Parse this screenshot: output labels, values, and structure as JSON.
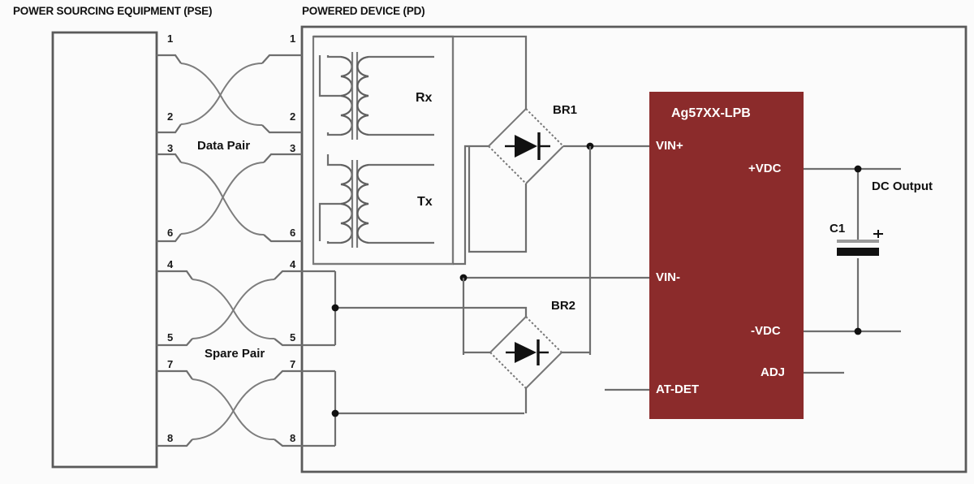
{
  "diagram": {
    "title_pse": "POWER SOURCING EQUIPMENT (PSE)",
    "title_pd": "POWERED DEVICE (PD)",
    "colors": {
      "ic_fill": "#8b2b2b",
      "wire": "#6e6e6e",
      "wire_dark": "#555555",
      "box_border": "#5a5a5a",
      "text": "#111111",
      "ic_text": "#ffffff"
    }
  },
  "pse": {
    "label": "POWER SOURCING EQUIPMENT (PSE)",
    "pins": [
      "1",
      "2",
      "3",
      "6",
      "4",
      "5",
      "7",
      "8"
    ]
  },
  "pd": {
    "label": "POWERED DEVICE (PD)",
    "pins": [
      "1",
      "2",
      "3",
      "6",
      "4",
      "5",
      "7",
      "8"
    ]
  },
  "pairs": {
    "data_pair": "Data Pair",
    "spare_pair": "Spare Pair"
  },
  "transformers": {
    "rx": "Rx",
    "tx": "Tx"
  },
  "bridges": {
    "br1": "BR1",
    "br2": "BR2"
  },
  "ic": {
    "part_number": "Ag57XX-LPB",
    "pins_left": [
      {
        "name": "VIN+"
      },
      {
        "name": "VIN-"
      },
      {
        "name": "AT-DET"
      }
    ],
    "pins_right": [
      {
        "name": "+VDC"
      },
      {
        "name": "-VDC"
      },
      {
        "name": "ADJ"
      }
    ]
  },
  "output": {
    "cap_ref": "C1",
    "cap_polarity": "+",
    "label": "DC Output"
  }
}
